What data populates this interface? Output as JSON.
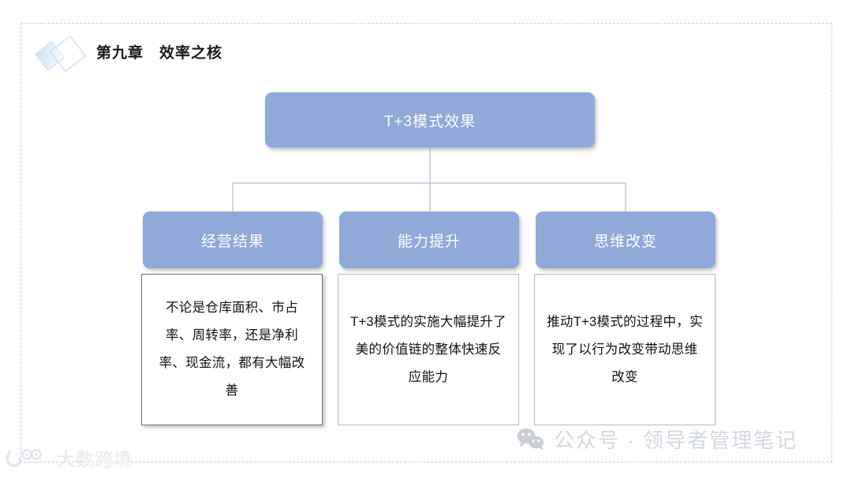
{
  "slide": {
    "background_color": "#ffffff",
    "frame_border_color": "#bcd0ea",
    "accent_color": "#8fa9d8"
  },
  "header": {
    "logo_icon": "diamond-squares-logo",
    "title": "第九章　效率之核"
  },
  "diagram": {
    "type": "org-tree",
    "root": {
      "label": "T+3模式效果",
      "fill": "#8fa9d8",
      "text_color": "#ffffff"
    },
    "branches": [
      {
        "label": "经营结果",
        "body": "不论是仓库面积、市占率、周转率，还是净利率、现金流，都有大幅改善",
        "panel_border": "#6f6f6f"
      },
      {
        "label": "能力提升",
        "body": "T+3模式的实施大幅提升了美的价值链的整体快速反应能力",
        "panel_border": "#a9bcd8"
      },
      {
        "label": "思维改变",
        "body": "推动T+3模式的过程中，实现了以行为改变带动思维改变",
        "panel_border": "#a9bcd8"
      }
    ],
    "connector_color": "#a9bcd8"
  },
  "watermarks": {
    "wechat": {
      "icon": "wechat-icon",
      "label": "公众号 · 领导者管理笔记",
      "color": "#d3d8e0"
    },
    "bottom_left": {
      "icon": "dashu-kuajing-logo",
      "label": "大数跨境",
      "color": "#eceef1"
    }
  }
}
